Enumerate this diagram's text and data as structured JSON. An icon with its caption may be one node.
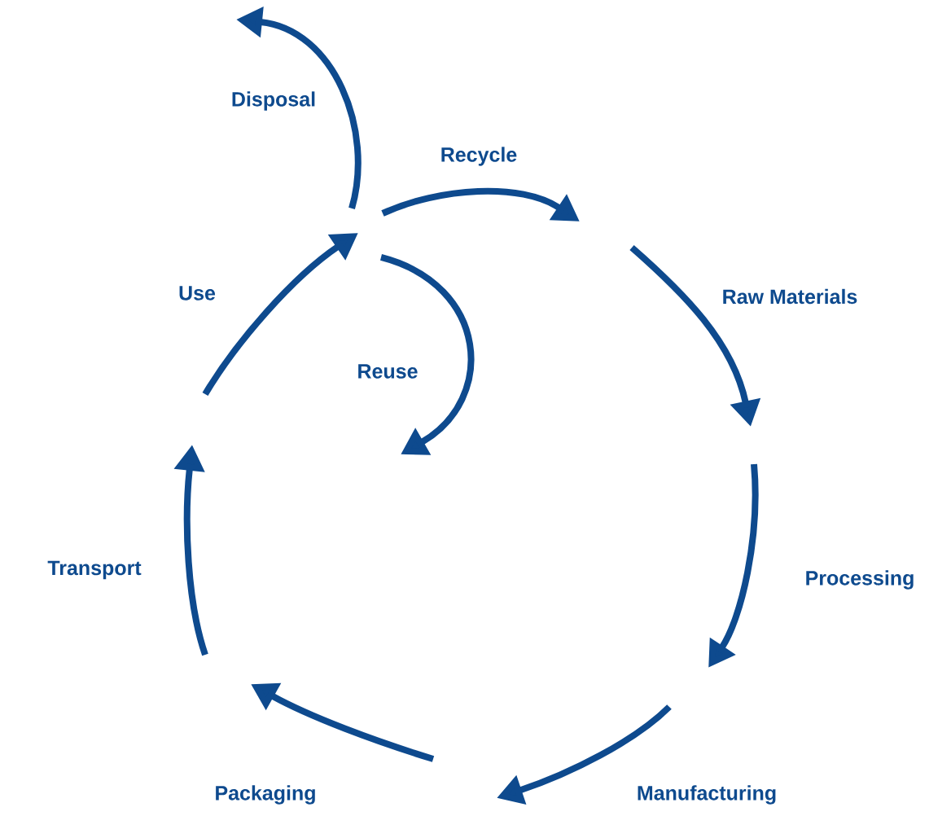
{
  "diagram": {
    "labels": [
      "Disposal",
      "Recycle",
      "Use",
      "Raw Materials",
      "Reuse",
      "Processing",
      "Transport",
      "Packaging",
      "Manufacturing"
    ]
  }
}
